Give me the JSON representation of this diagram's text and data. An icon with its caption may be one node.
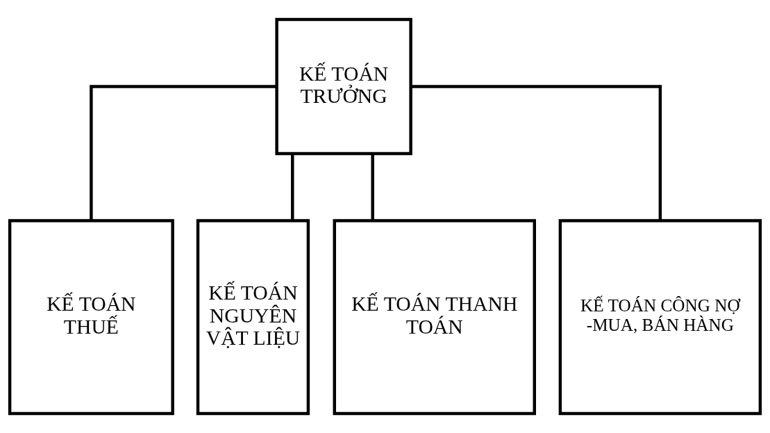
{
  "diagram": {
    "nodes": [
      {
        "text": [
          "KẾ TOÁN TRƯỞNG"
        ]
      },
      {
        "text": [
          "KẾ TOÁN THUẾ"
        ]
      },
      {
        "text": [
          "KẾ TOÁN NGUYÊN VẬT LIỆU"
        ]
      },
      {
        "text": [
          "KẾ TOÁN THANH TOÁN"
        ]
      },
      {
        "text": [
          "KẾ TOÁN CÔNG NỢ -MUA, BÁN HÀNG"
        ]
      }
    ],
    "edges": [
      {
        "from": 0,
        "to": 1,
        "arrow": "none"
      },
      {
        "from": 0,
        "to": 2,
        "arrow": "none"
      },
      {
        "from": 0,
        "to": 3,
        "arrow": "none"
      },
      {
        "from": 0,
        "to": 4,
        "arrow": "none"
      }
    ]
  }
}
